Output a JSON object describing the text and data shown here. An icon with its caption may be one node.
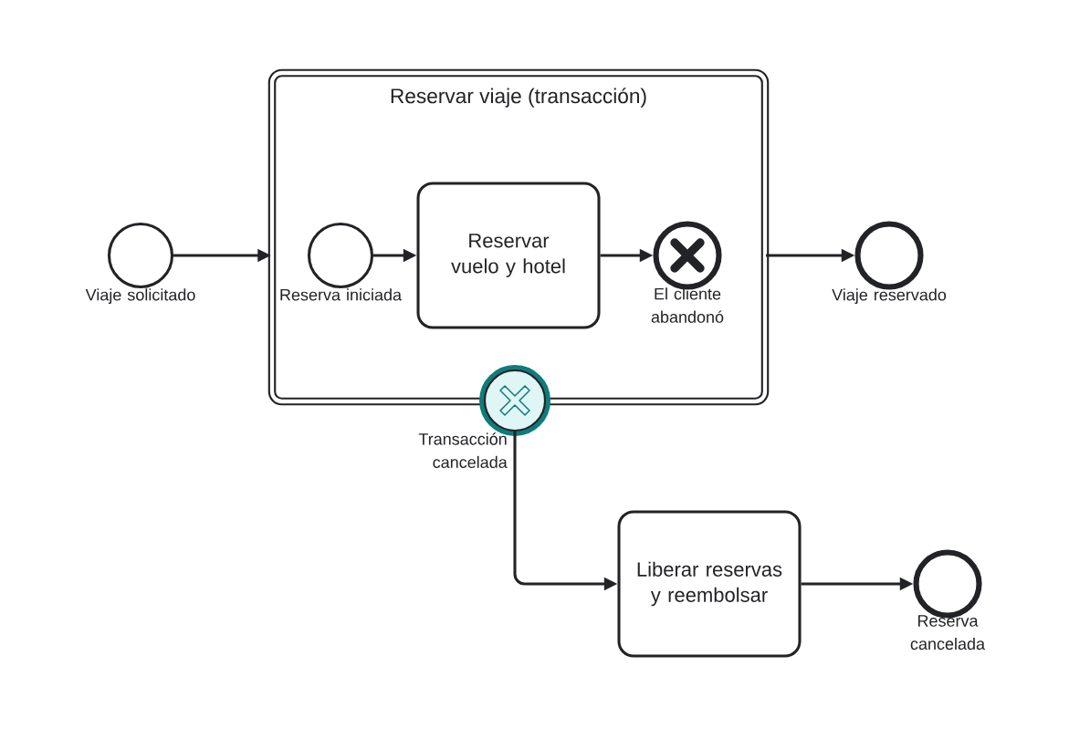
{
  "diagram": {
    "nodes": [
      {
        "text": [
          "Reservar viaje (transacción)"
        ]
      },
      {
        "text": [],
        "shape": "circle",
        "beside": [
          "Viaje solicitado"
        ]
      },
      {
        "text": [],
        "shape": "circle",
        "in": 0,
        "beside": [
          "Reserva iniciada"
        ]
      },
      {
        "text": [
          "Reservar vuelo y hotel"
        ],
        "in": 0
      },
      {
        "text": [],
        "shape": "circle",
        "in": 0,
        "beside": [
          "El cliente abandonó"
        ]
      },
      {
        "text": [],
        "shape": "circle",
        "beside": [
          "Transacción cancelada"
        ]
      },
      {
        "text": [],
        "shape": "circle",
        "beside": [
          "Viaje reservado"
        ]
      },
      {
        "text": [
          "Liberar reservas y reembolsar"
        ]
      },
      {
        "text": [],
        "shape": "circle",
        "beside": [
          "Reserva cancelada"
        ]
      }
    ],
    "edges": [
      {
        "from": 1,
        "to": 0,
        "arrow": "to"
      },
      {
        "from": 2,
        "to": 3,
        "arrow": "to"
      },
      {
        "from": 3,
        "to": 4,
        "arrow": "to"
      },
      {
        "from": 0,
        "to": 6,
        "arrow": "to"
      },
      {
        "from": 5,
        "to": 7,
        "arrow": "to"
      },
      {
        "from": 7,
        "to": 8,
        "arrow": "to"
      }
    ]
  }
}
